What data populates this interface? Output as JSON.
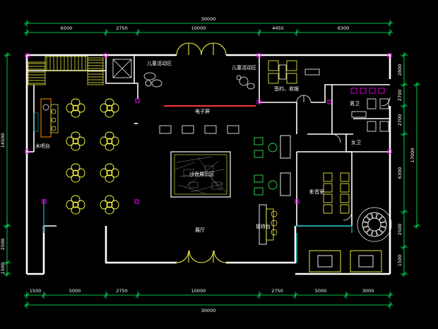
{
  "dimensions": {
    "total_top": "30000",
    "top": [
      "6500",
      "2750",
      "10000",
      "4450",
      "6300"
    ],
    "total_bottom": "30000",
    "bottom": [
      "1500",
      "5000",
      "2750",
      "10000",
      "2750",
      "5000",
      "3000"
    ],
    "left_total": "14500",
    "left": [
      "2500",
      "1500"
    ],
    "right_total": "17000",
    "right": [
      "2800",
      "2700",
      "2700",
      "6300",
      "2500",
      "1500"
    ]
  },
  "rooms": {
    "kids_area_left": "儿童活动区",
    "kids_area_right": "儿童活动区",
    "sign_cashier": "签约、收银",
    "mens_toilet": "男卫",
    "womens_toilet": "女卫",
    "water_bar": "水吧台",
    "e_screen": "电子屏",
    "sand_table": "沙盘展示区",
    "hall": "展厅",
    "reception": "接待台",
    "theater": "影音室"
  },
  "colors": {
    "background": "#000000",
    "wall": "#ffffff",
    "dimension": "#00ff66",
    "furniture": "#ffff44",
    "window": "#00aaaa",
    "accent": "#ff00ff",
    "screen": "#ff3333",
    "text": "#ffffff",
    "green_fixture": "#33dd55"
  }
}
